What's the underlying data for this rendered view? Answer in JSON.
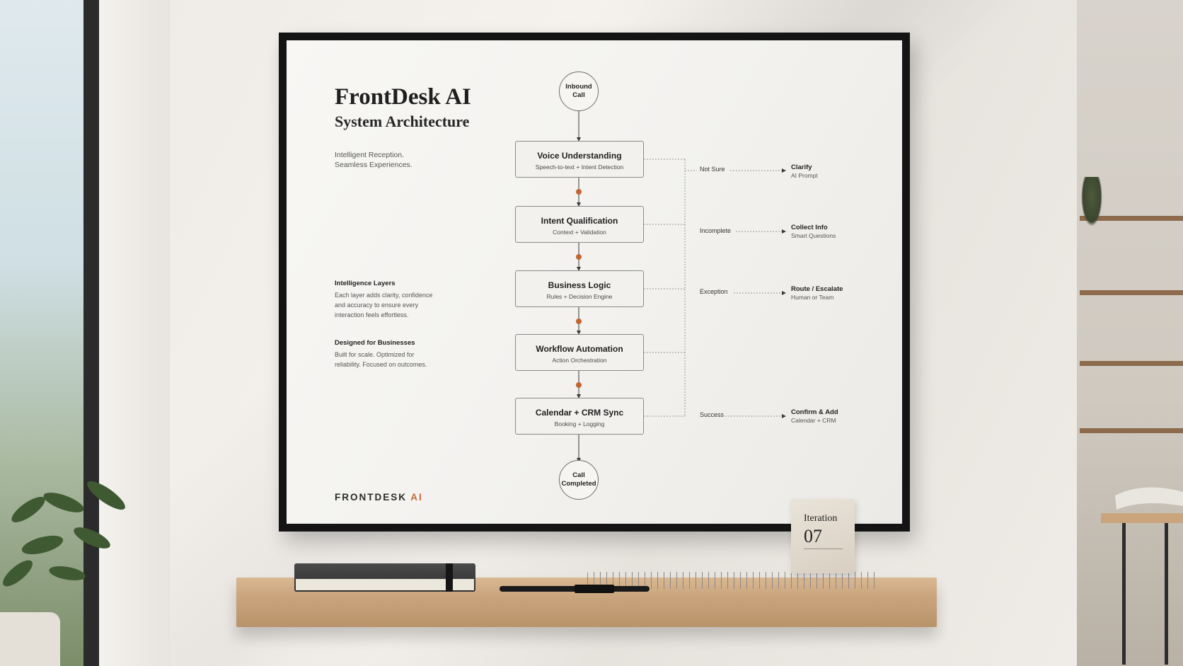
{
  "poster": {
    "title": "FrontDesk AI",
    "subtitle": "System Architecture",
    "tagline": [
      "Intelligent Reception.",
      "Seamless Experiences."
    ],
    "sections": [
      {
        "heading": "Intelligence Layers",
        "body": [
          "Each layer adds clarity, confidence",
          "and accuracy to ensure every",
          "interaction feels effortless."
        ]
      },
      {
        "heading": "Designed for Businesses",
        "body": [
          "Built for scale. Optimized for",
          "reliability. Focused on outcomes."
        ]
      }
    ],
    "brand": {
      "main": "FRONTDESK ",
      "accent": "AI"
    }
  },
  "flow": {
    "start": "Inbound\nCall",
    "end": "Call\nCompleted",
    "steps": [
      {
        "title": "Voice Understanding",
        "subtitle": "Speech-to-text + Intent Detection"
      },
      {
        "title": "Intent Qualification",
        "subtitle": "Context + Validation"
      },
      {
        "title": "Business Logic",
        "subtitle": "Rules + Decision Engine"
      },
      {
        "title": "Workflow Automation",
        "subtitle": "Action Orchestration"
      },
      {
        "title": "Calendar + CRM Sync",
        "subtitle": "Booking + Logging"
      }
    ],
    "branches": [
      {
        "condition": "Not Sure",
        "outcome": "Clarify",
        "outcome_sub": "AI Prompt"
      },
      {
        "condition": "Incomplete",
        "outcome": "Collect Info",
        "outcome_sub": "Smart Questions"
      },
      {
        "condition": "Exception",
        "outcome": "Route / Escalate",
        "outcome_sub": "Human or Team"
      },
      {
        "condition": "Success",
        "outcome": "Confirm & Add",
        "outcome_sub": "Calendar + CRM"
      }
    ],
    "accent_color": "#c4652f",
    "line_color": "#3a3a3a"
  },
  "desk": {
    "card_label": "Iteration",
    "card_number": "07"
  }
}
